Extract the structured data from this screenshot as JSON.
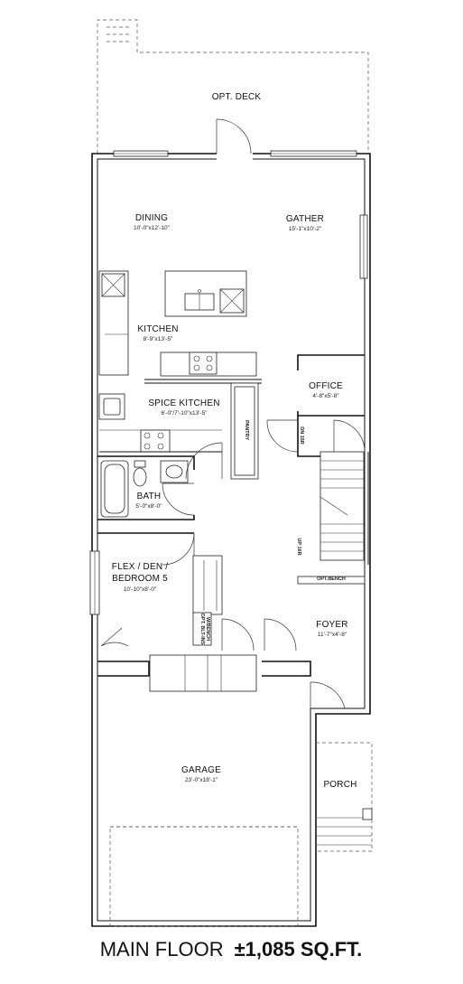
{
  "plan": {
    "rooms": {
      "deck": {
        "name": "OPT. DECK"
      },
      "dining": {
        "name": "DINING",
        "dims": "10'-0\"x12'-10\""
      },
      "gather": {
        "name": "GATHER",
        "dims": "15'-1\"x10'-2\""
      },
      "kitchen": {
        "name": "KITCHEN",
        "dims": "8'-9\"x13'-5\""
      },
      "office": {
        "name": "OFFICE",
        "dims": "4'-8\"x5'-8\""
      },
      "spice": {
        "name": "SPICE KITCHEN",
        "dims": "6'-0\"/7'-10\"x13'-5\""
      },
      "bath": {
        "name": "BATH",
        "dims": "5'-0\"x8'-0\""
      },
      "flex": {
        "name_line1": "FLEX / DEN /",
        "name_line2": "BEDROOM 5",
        "dims": "10'-10\"x8'-0\""
      },
      "foyer": {
        "name": "FOYER",
        "dims": "11'-7\"x4'-8\""
      },
      "garage": {
        "name": "GARAGE",
        "dims": "23'-0\"x18'-1\""
      },
      "porch": {
        "name": "PORCH"
      }
    },
    "labels": {
      "pantry": "PANTRY",
      "dn": "DN 15R",
      "up": "UP 16R",
      "bench": "OPT.BENCH",
      "washer_line1": "OPT. BLT-INS",
      "washer_line2": "W/BENCH"
    }
  },
  "footer": {
    "level": "MAIN FLOOR",
    "area": "±1,085 SQ.FT."
  }
}
